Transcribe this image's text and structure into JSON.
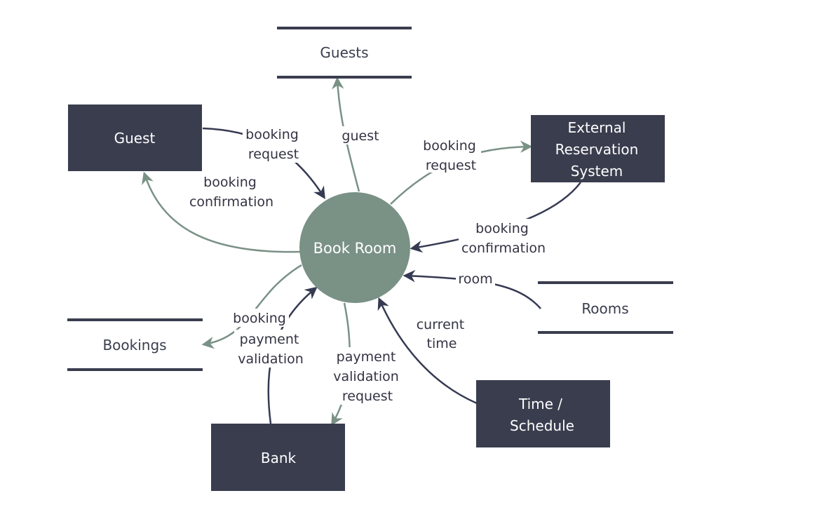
{
  "colors": {
    "entity_fill": "#3a3d4e",
    "process_fill": "#7a9186",
    "flow_dark": "#363a52",
    "flow_green": "#7a9186",
    "text_dark": "#333344"
  },
  "process": {
    "label": "Book Room"
  },
  "entities": {
    "guest": {
      "label": "Guest"
    },
    "external_reservation_system": {
      "lines": [
        "External",
        "Reservation",
        "System"
      ]
    },
    "time_schedule": {
      "lines": [
        "Time /",
        "Schedule"
      ]
    },
    "bank": {
      "label": "Bank"
    }
  },
  "data_stores": {
    "guests": {
      "label": "Guests"
    },
    "rooms": {
      "label": "Rooms"
    },
    "bookings": {
      "label": "Bookings"
    }
  },
  "flows": {
    "guest_booking_request": {
      "lines": [
        "booking",
        "request"
      ]
    },
    "guest_booking_confirmation": {
      "lines": [
        "booking",
        "confirmation"
      ]
    },
    "to_guests": {
      "lines": [
        "guest"
      ]
    },
    "ext_booking_request": {
      "lines": [
        "booking",
        "request"
      ]
    },
    "ext_booking_confirmation": {
      "lines": [
        "booking",
        "confirmation"
      ]
    },
    "room": {
      "lines": [
        "room"
      ]
    },
    "current_time": {
      "lines": [
        "current",
        "time"
      ]
    },
    "booking": {
      "lines": [
        "booking"
      ]
    },
    "payment_validation": {
      "lines": [
        "payment",
        "validation"
      ]
    },
    "payment_validation_request": {
      "lines": [
        "payment",
        "validation",
        "request"
      ]
    }
  }
}
